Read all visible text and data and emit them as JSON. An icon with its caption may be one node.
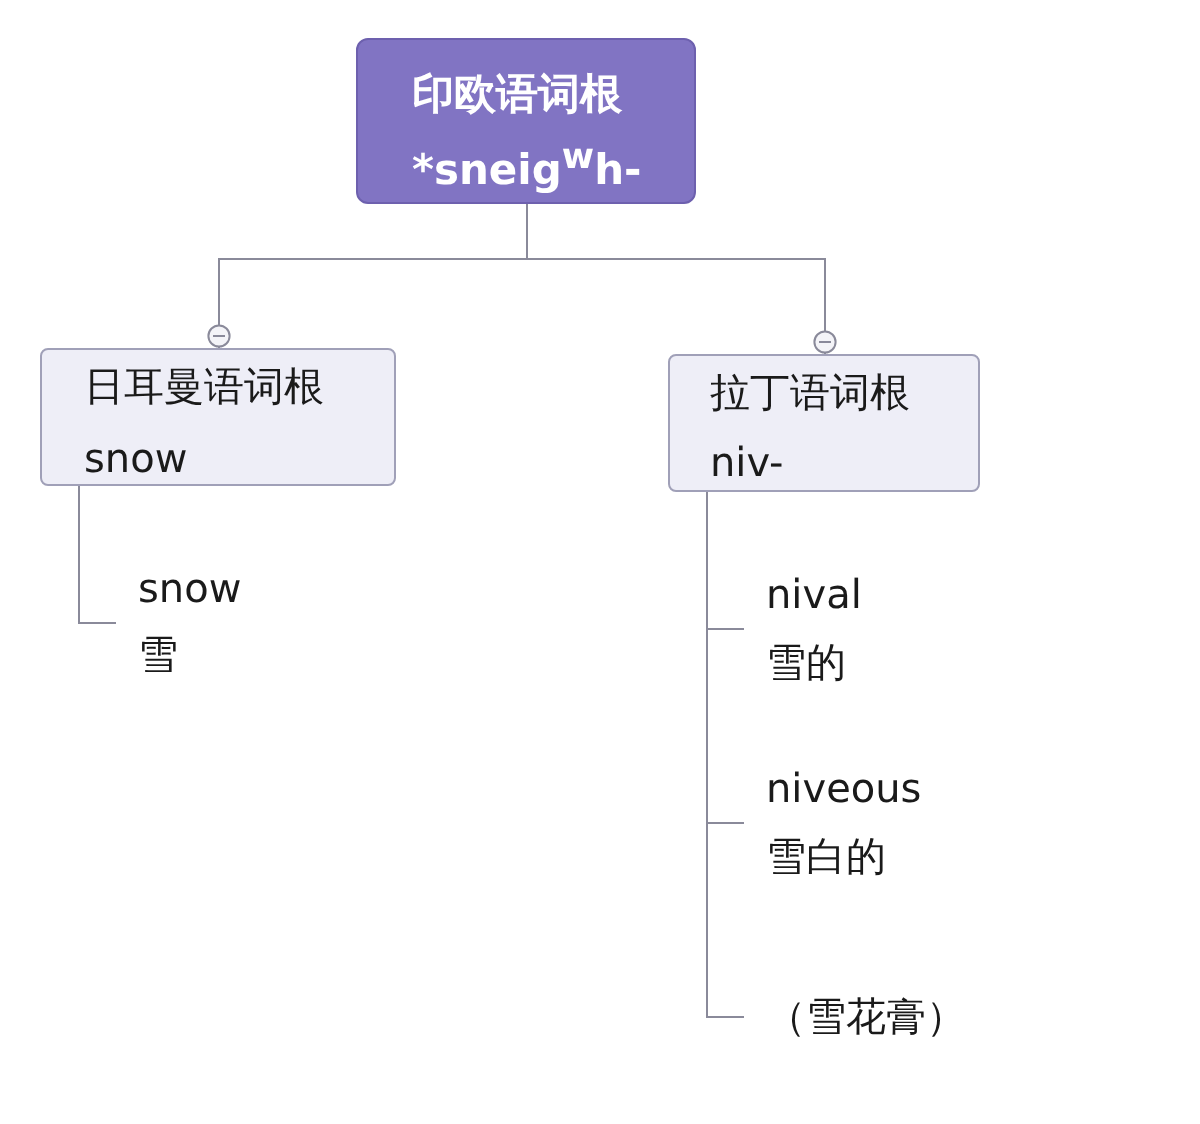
{
  "diagram": {
    "nodes": [
      {
        "text": [
          "印欧语词根",
          "*sneig$^{w}$h-"
        ]
      },
      {
        "text": [
          "日耳曼语词根",
          "snow"
        ]
      },
      {
        "text": [
          "拉丁语词根",
          "niv-"
        ]
      },
      {
        "text": [
          "snow",
          "雪"
        ]
      },
      {
        "text": [
          "nival",
          "雪的"
        ]
      },
      {
        "text": [
          "niveous",
          "雪白的"
        ]
      },
      {
        "text": [
          "（雪花膏）"
        ]
      }
    ],
    "edges": [
      {
        "from": 0,
        "to": 1,
        "arrow": "other"
      },
      {
        "from": 0,
        "to": 2,
        "arrow": "other"
      },
      {
        "from": 1,
        "to": 3,
        "arrow": "none"
      },
      {
        "from": 2,
        "to": 4,
        "arrow": "none"
      },
      {
        "from": 2,
        "to": 5,
        "arrow": "none"
      },
      {
        "from": 2,
        "to": 6,
        "arrow": "none"
      }
    ]
  }
}
